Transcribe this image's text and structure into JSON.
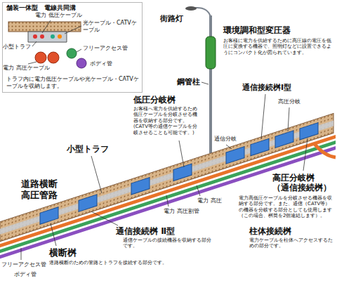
{
  "diagram": {
    "nodes": [
      {
        "text": [
          "舗装一体型　電線共同溝",
          "トラフ内に電力低圧ケーブルや光ケーブル・CATVケーブルを収納します。"
        ]
      }
    ],
    "labels": [
      "電力 低圧ケーブル",
      "光ケーブル・CATVケーブル",
      "小型トラフ",
      "フリーアクセス管",
      "電力 高圧ケーブル",
      "ボディ管",
      "街路灯",
      "環境調和型変圧器",
      "お客様に電力を供給するために高圧線の電圧を低圧に変換する機器で、照明灯などに設置できるようにコンパクト化が図られています。",
      "鋼管柱",
      "通信接続桝Ⅰ型",
      "高圧分岐",
      "低圧分岐桝",
      "お客様へ電力を供給するため低圧ケーブルを分岐させる機器を収納する部分です。(CATV等の通信ケーブルを分岐させることも可能です。)",
      "小型トラフ",
      "通信分岐",
      "高圧分岐桝 （通信接続桝）",
      "電力高低圧ケーブルを分岐させる機器を収納する部分です。また、通信（CATV等）の機器を分岐する部分としても使用します（この場合、桝筒を2個連結します）。",
      "電力 高圧",
      "電力 高圧割管",
      "柱体接続桝",
      "電力ケーブルを柱体へアクセスするための部分です。",
      "道路横断 高圧管路",
      "通信接続桝 Ⅱ型",
      "通信ケーブルの接続機器を収納する部分です。",
      "横断桝",
      "道路横断のための管路とトラフを接続する部分です。",
      "フリーアクセス管",
      "ボディ管"
    ]
  }
}
